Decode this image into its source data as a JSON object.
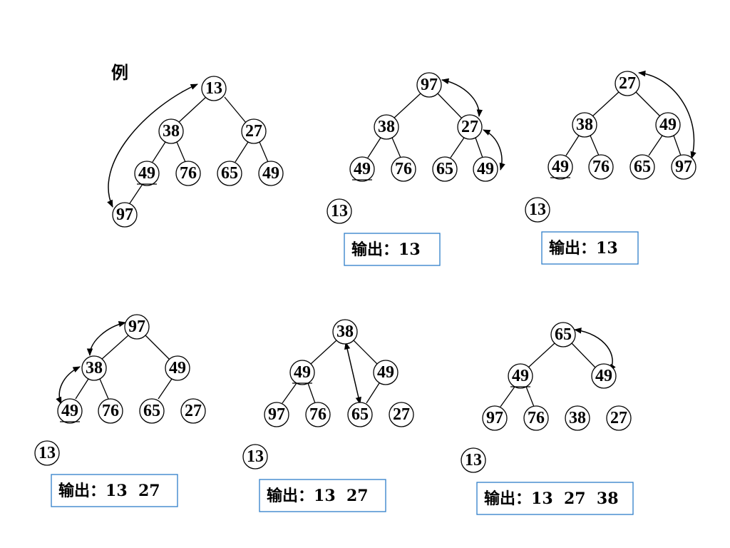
{
  "label": "例",
  "output_prefix": "输出：",
  "steps": [
    {
      "nodes": [
        "13",
        "38",
        "27",
        "49",
        "76",
        "65",
        "49",
        "97"
      ],
      "removed": null,
      "output": null
    },
    {
      "nodes": [
        "97",
        "38",
        "27",
        "49",
        "76",
        "65",
        "49"
      ],
      "removed": "13",
      "output": "13"
    },
    {
      "nodes": [
        "27",
        "38",
        "49",
        "49",
        "76",
        "65",
        "97"
      ],
      "removed": "13",
      "output": "13"
    },
    {
      "nodes": [
        "97",
        "38",
        "49",
        "49",
        "76",
        "65",
        "27"
      ],
      "removed": "13",
      "output": "13  27"
    },
    {
      "nodes": [
        "38",
        "49",
        "49",
        "97",
        "76",
        "65",
        "27"
      ],
      "removed": "13",
      "output": "13  27"
    },
    {
      "nodes": [
        "65",
        "49",
        "49",
        "97",
        "76",
        "38",
        "27"
      ],
      "removed": "13",
      "output": "13  27  38"
    }
  ]
}
